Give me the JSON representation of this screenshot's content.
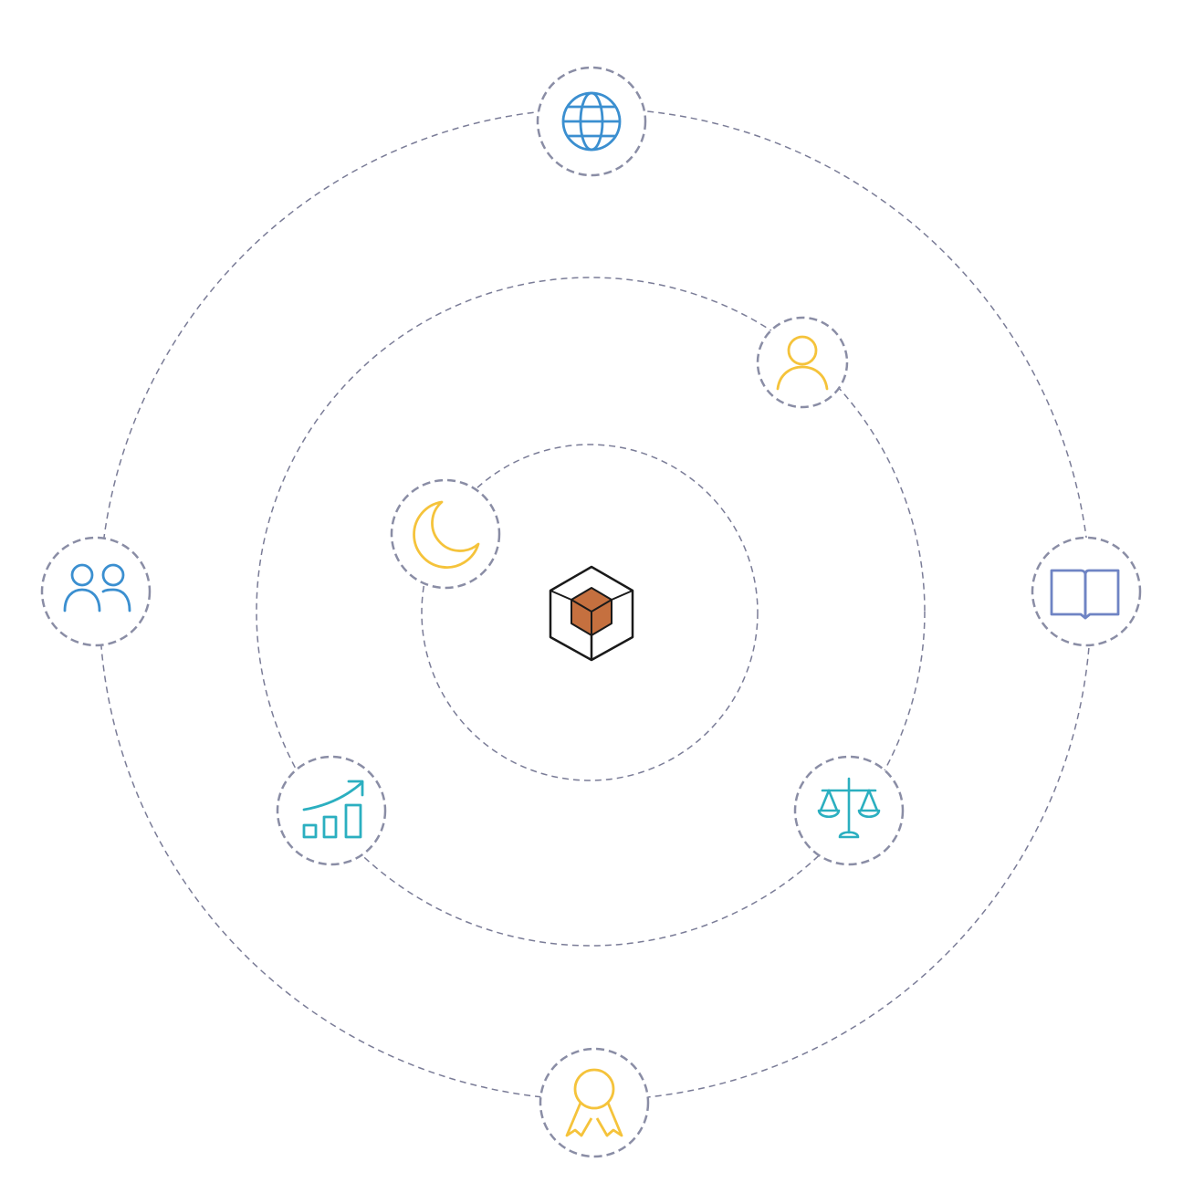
{
  "diagram": {
    "center_icon": "cube-logo-icon",
    "orbits": [
      "inner-orbit",
      "middle-orbit",
      "outer-orbit"
    ],
    "nodes": [
      {
        "icon": "moon-icon",
        "orbit": "inner-orbit",
        "color": "#F5C33B"
      },
      {
        "icon": "user-icon",
        "orbit": "middle-orbit",
        "color": "#F5C33B"
      },
      {
        "icon": "growth-chart-icon",
        "orbit": "middle-orbit",
        "color": "#2BAFC0"
      },
      {
        "icon": "balance-scale-icon",
        "orbit": "middle-orbit",
        "color": "#2BAFC0"
      },
      {
        "icon": "globe-icon",
        "orbit": "outer-orbit",
        "color": "#3B8FD0"
      },
      {
        "icon": "people-icon",
        "orbit": "outer-orbit",
        "color": "#3B8FD0"
      },
      {
        "icon": "open-book-icon",
        "orbit": "outer-orbit",
        "color": "#6F84C4"
      },
      {
        "icon": "award-ribbon-icon",
        "orbit": "outer-orbit",
        "color": "#F5C33B"
      }
    ],
    "colors": {
      "orbit_stroke": "#7A7C97",
      "node_border": "#8A8DA5",
      "cube_fill": "#C5703F",
      "cube_outline": "#1A1A1A"
    }
  }
}
